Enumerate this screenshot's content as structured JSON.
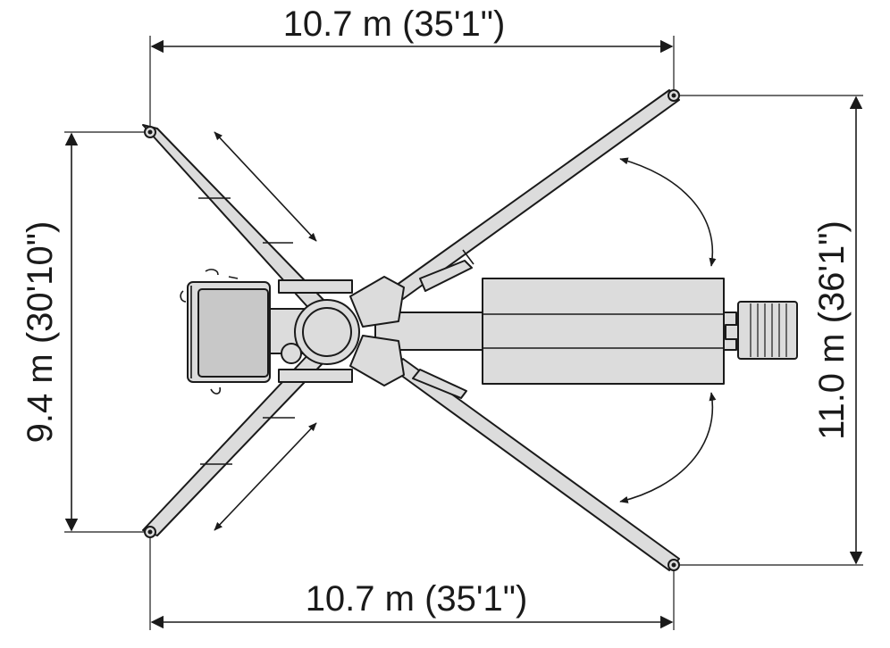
{
  "dimensions": {
    "top_width": "10.7 m (35'1\")",
    "bottom_width": "10.7 m (35'1\")",
    "left_height": "9.4 m (30'10\")",
    "right_height": "11.0 m (36'1\")"
  },
  "colors": {
    "line": "#1a1a1a",
    "fill": "#dcdcdc",
    "background": "#ffffff"
  }
}
